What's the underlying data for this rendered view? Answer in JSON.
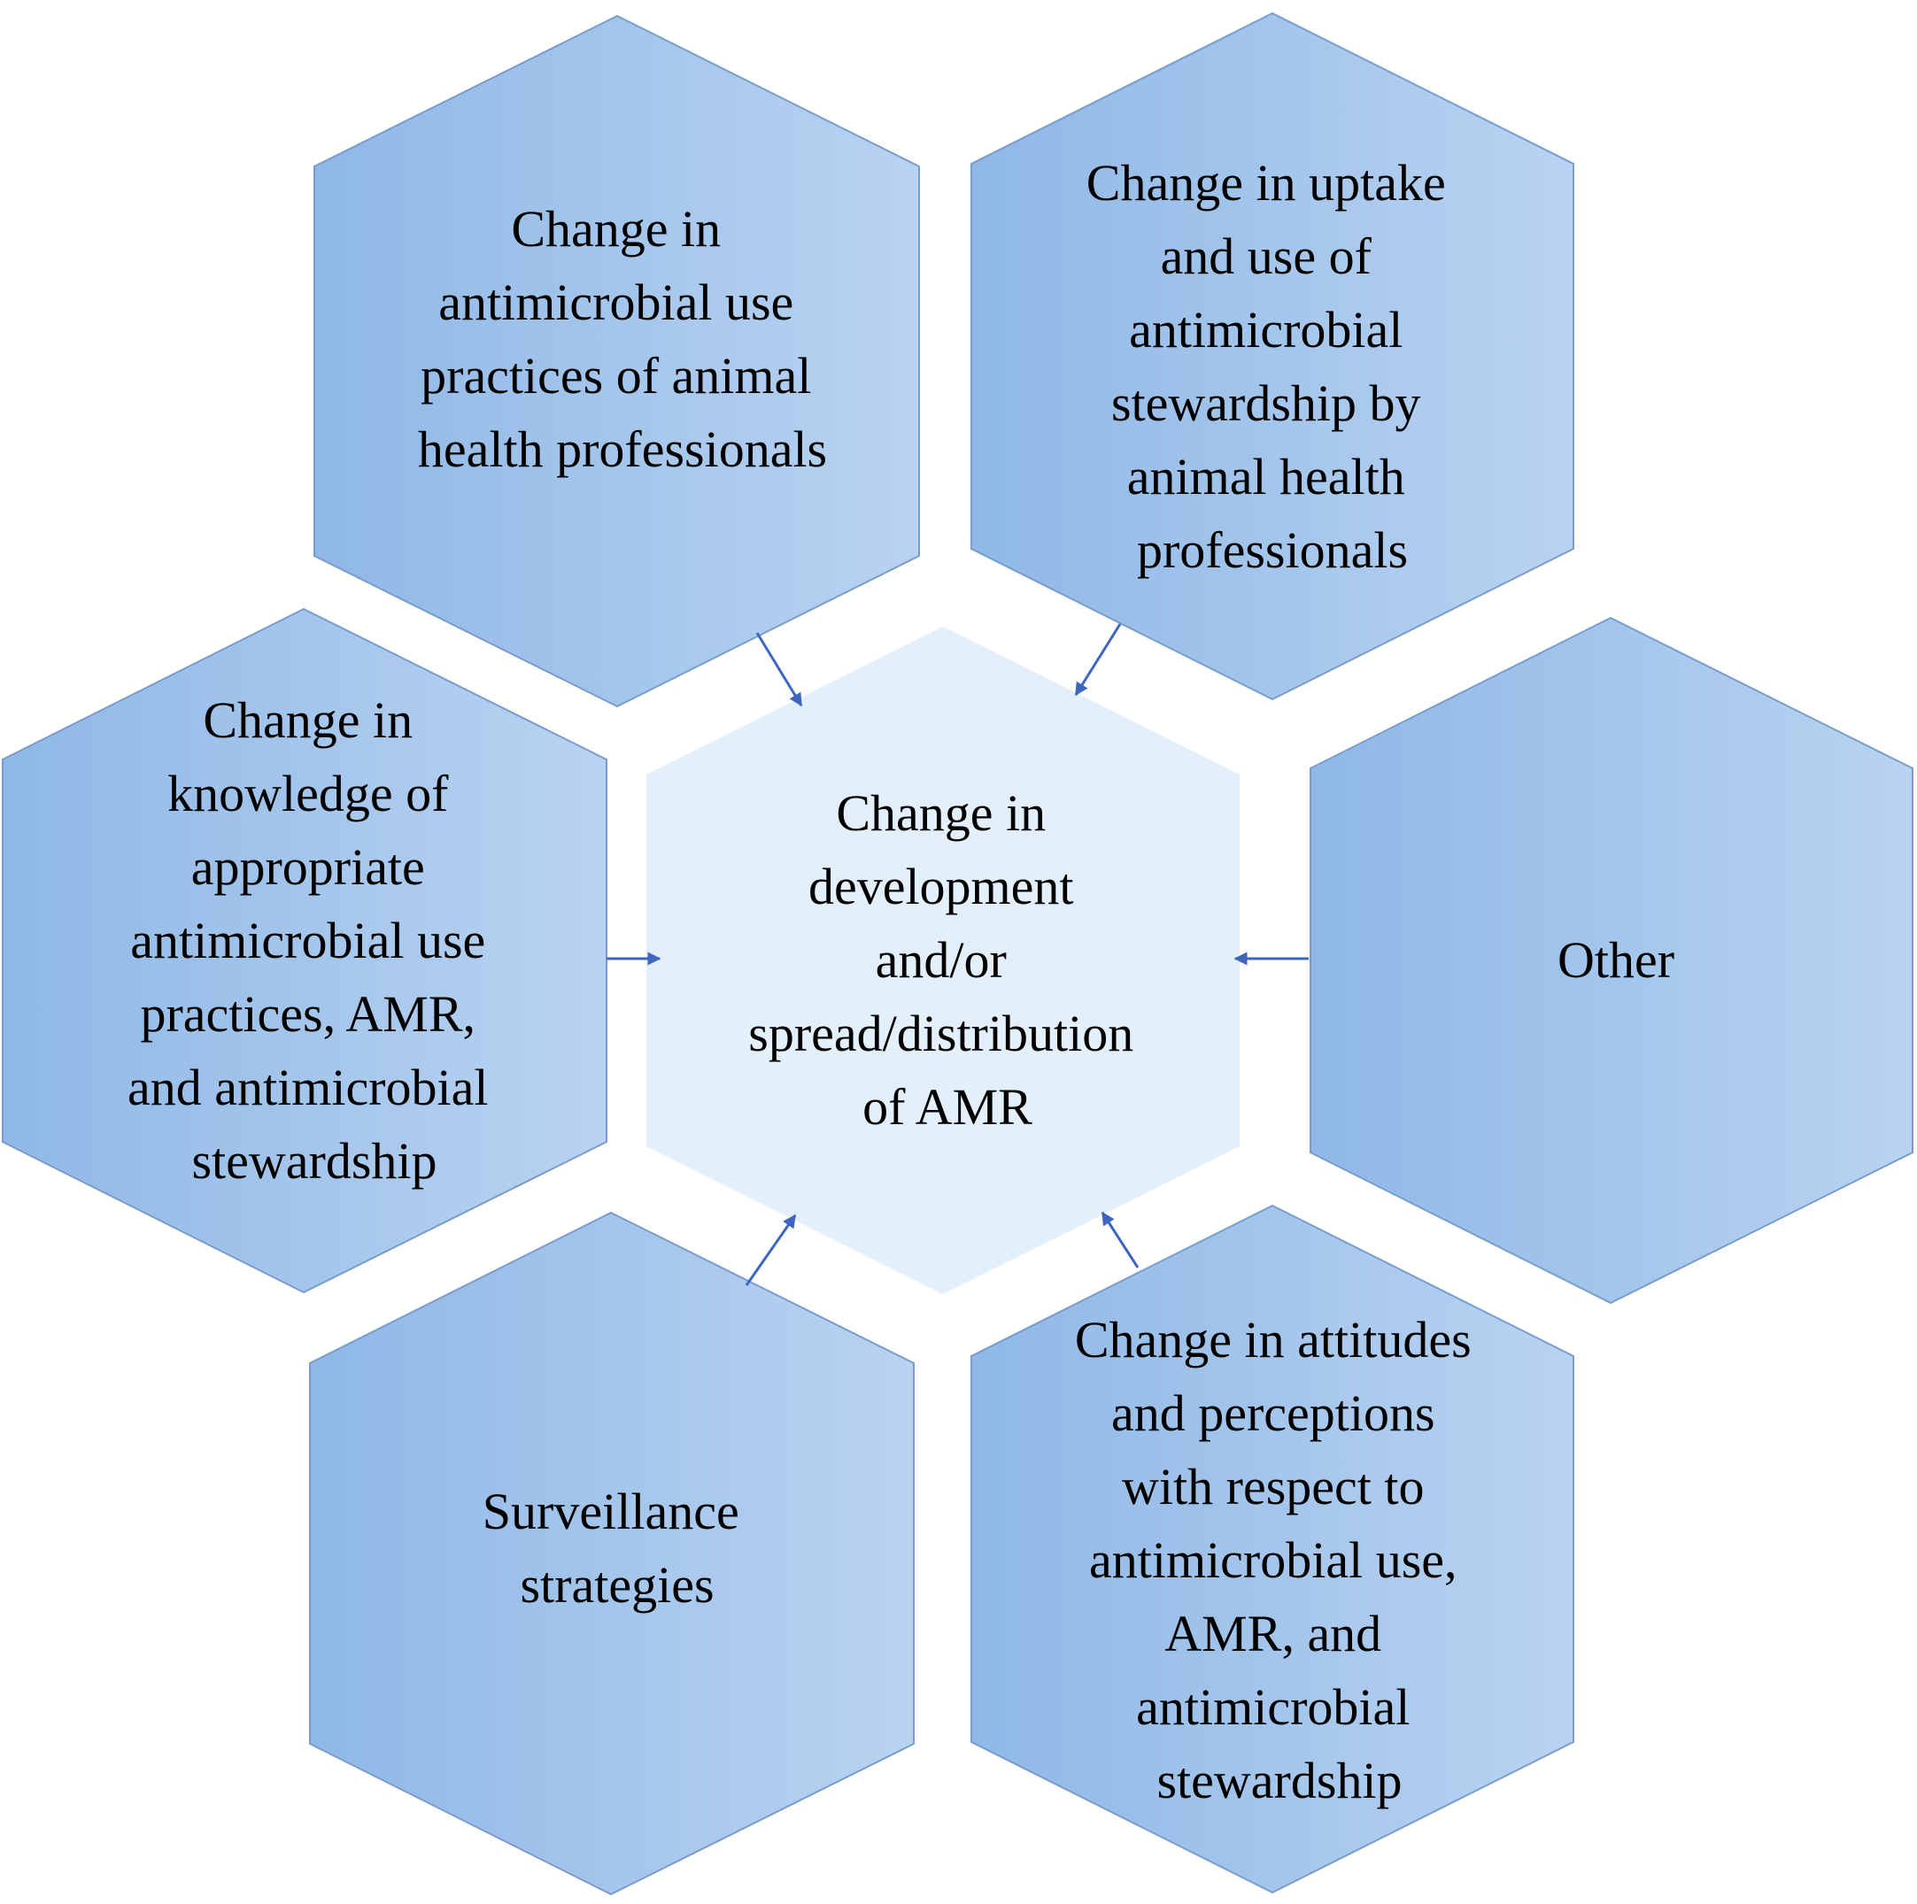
{
  "colors": {
    "hex_dark": "#8fb8e6",
    "hex_light": "#b9d3f1",
    "center_fill": "#e3f0fc",
    "stroke": "#7a9ccc",
    "arrow": "#3f66bf"
  },
  "center": {
    "lines": [
      "Change in",
      "development",
      "and/or",
      "spread/distribution",
      "of AMR"
    ]
  },
  "nodes": {
    "top_left": {
      "lines": [
        "Change in",
        "antimicrobial use",
        "practices of animal",
        "health professionals"
      ]
    },
    "top_right": {
      "lines": [
        "Change in uptake",
        "and use of",
        "antimicrobial",
        "stewardship by",
        "animal health",
        "professionals"
      ]
    },
    "mid_left": {
      "lines": [
        "Change in",
        "knowledge of",
        "appropriate",
        "antimicrobial use",
        "practices, AMR,",
        "and antimicrobial",
        "stewardship"
      ]
    },
    "mid_right": {
      "lines": [
        "Other"
      ]
    },
    "bottom_left": {
      "lines": [
        "Surveillance",
        "strategies"
      ]
    },
    "bottom_right": {
      "lines": [
        "Change in attitudes",
        "and perceptions",
        "with respect to",
        "antimicrobial use,",
        "AMR, and",
        "antimicrobial",
        "stewardship"
      ]
    }
  }
}
